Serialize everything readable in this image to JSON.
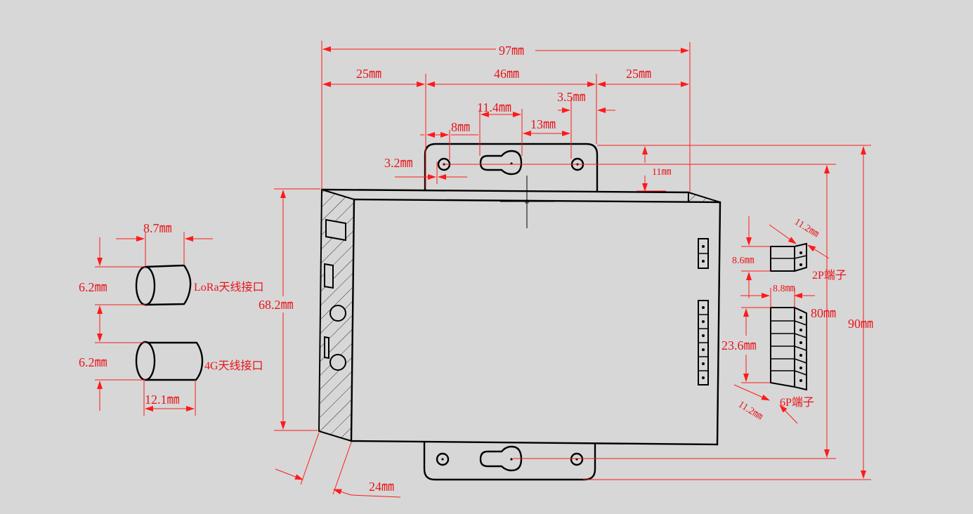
{
  "colors": {
    "background": "#d7d7d7",
    "dimension": "#ff1a1a",
    "outline": "#000000"
  },
  "dimensions": {
    "total_width": "97㎜",
    "left_margin": "25㎜",
    "middle_span": "46㎜",
    "right_margin": "25㎜",
    "keyhole_width": "11.4㎜",
    "hole_offset_left": "8㎜",
    "hole_offset_right": "13㎜",
    "ear_offset": "3.5㎜",
    "hole_diameter": "3.2㎜",
    "ear_height": "11㎜",
    "body_height": "68.2㎜",
    "depth": "24㎜",
    "inner_height": "80㎜",
    "total_height": "90㎜"
  },
  "antennas": {
    "lora": {
      "label": "LoRa天线接口",
      "diameter": "6.2㎜",
      "length": "8.7㎜"
    },
    "g4": {
      "label": "4G天线接口",
      "diameter": "6.2㎜",
      "length": "12.1㎜"
    }
  },
  "terminals": {
    "two_pin": {
      "label": "2P端子",
      "height": "8.6㎜",
      "depth": "11.2㎜",
      "width": "8.8㎜"
    },
    "six_pin": {
      "label": "6P端子",
      "height": "23.6㎜",
      "depth": "11.2㎜"
    }
  }
}
